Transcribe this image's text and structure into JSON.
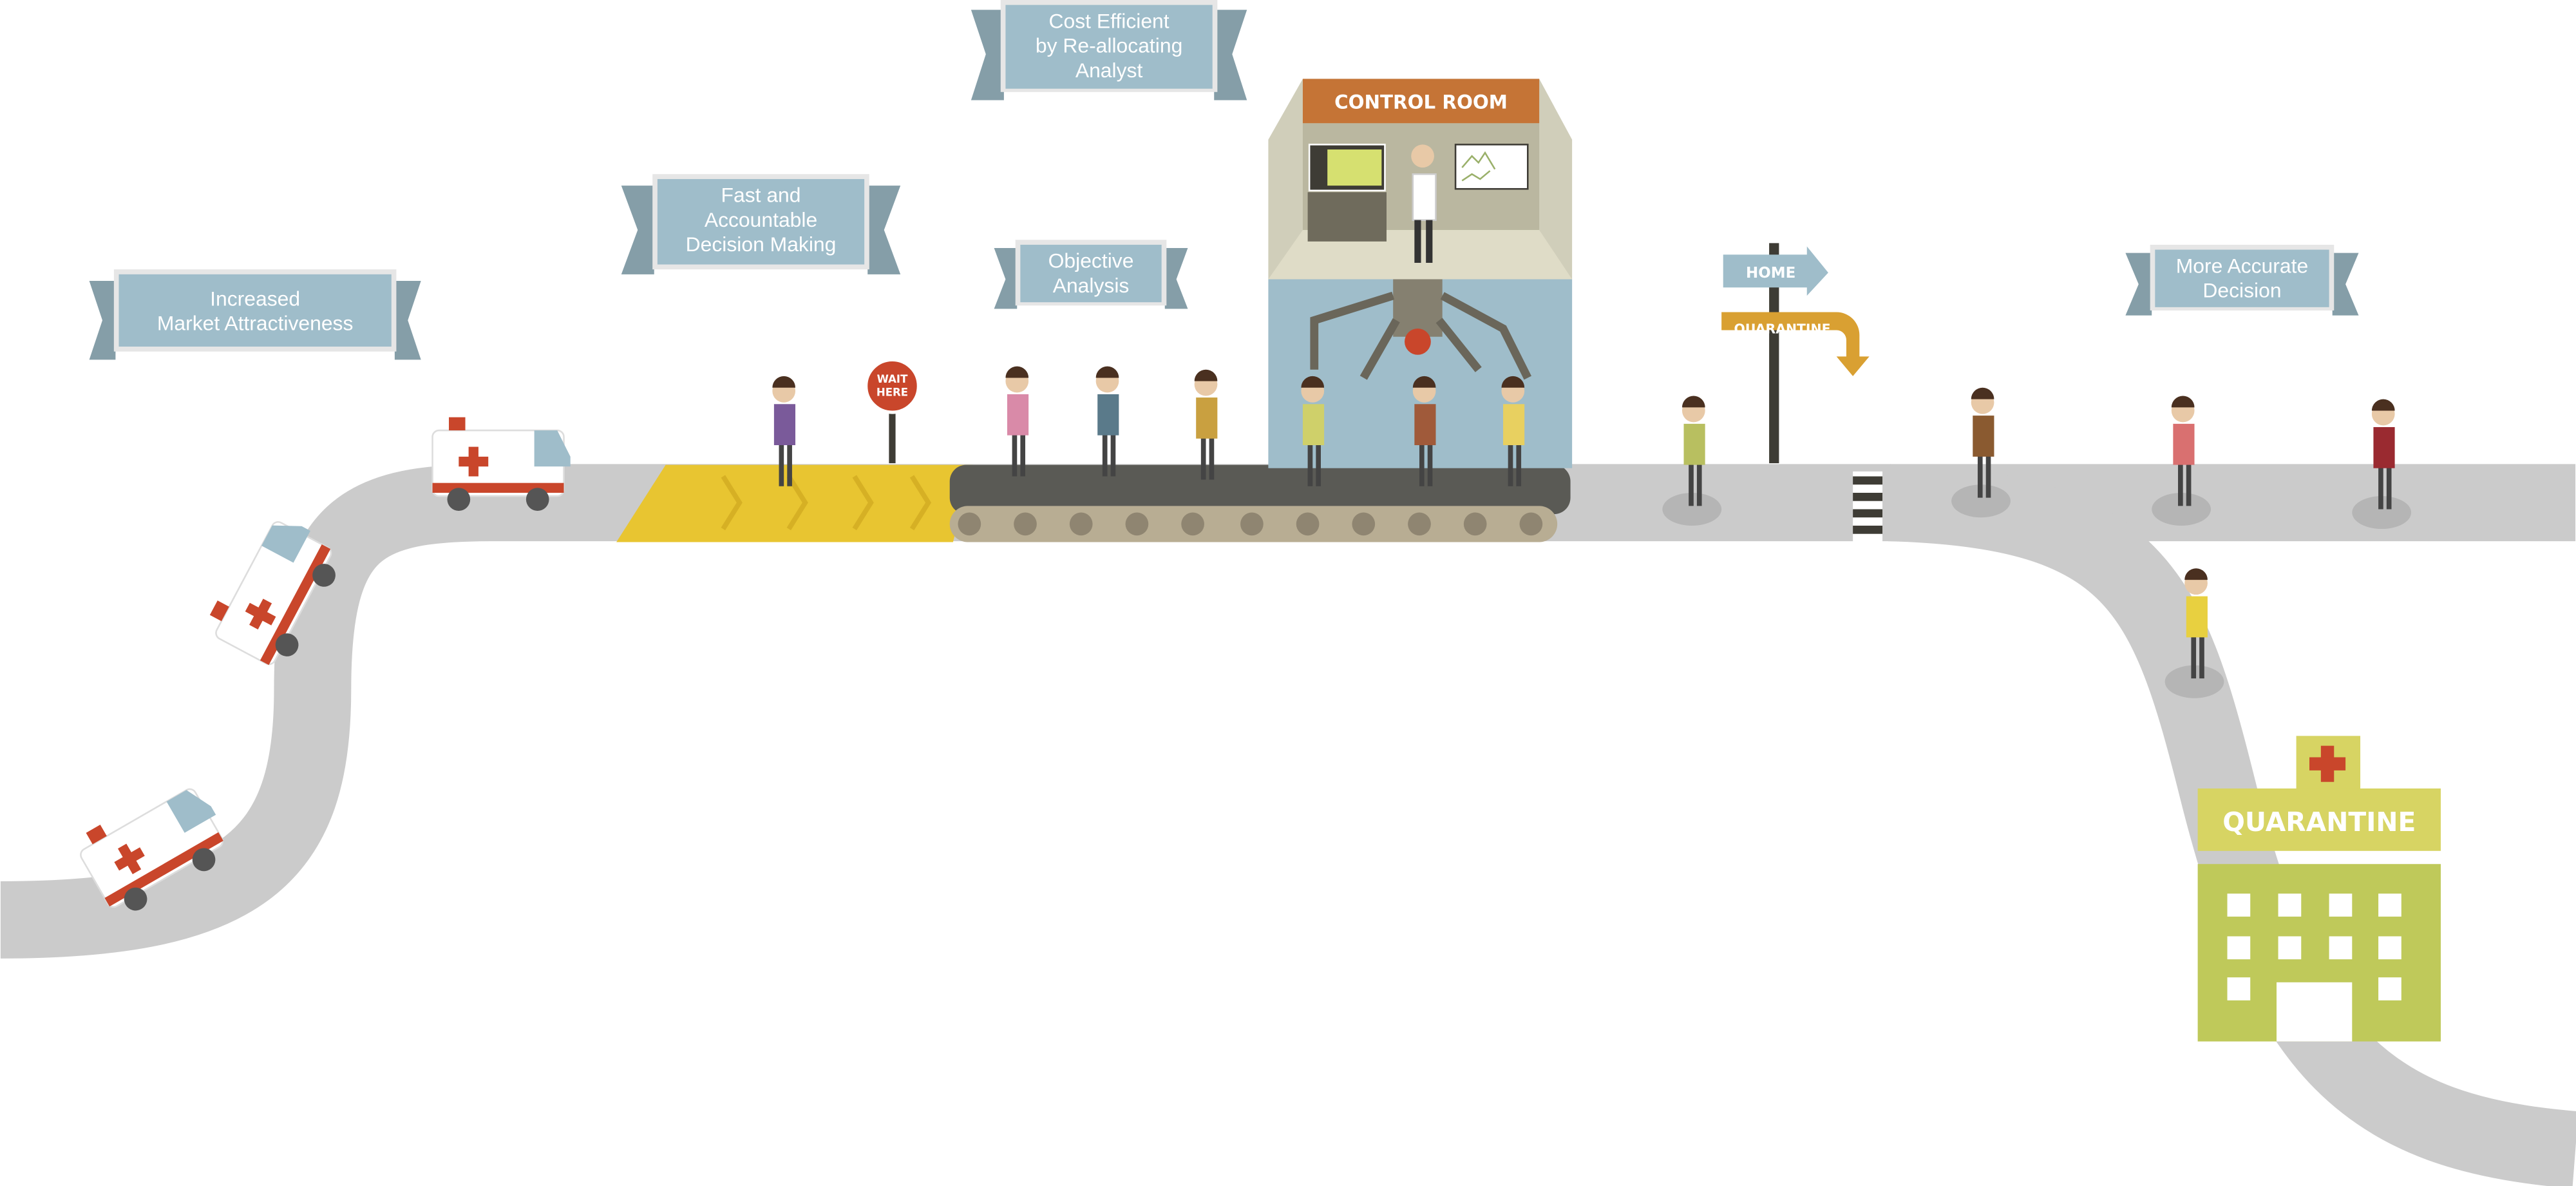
{
  "banners": {
    "market": [
      "Increased",
      "Market Attractiveness"
    ],
    "fast": [
      "Fast and",
      "Accountable",
      "Decision Making"
    ],
    "cost": [
      "Cost Efficient",
      "by Re-allocating",
      "Analyst"
    ],
    "objective": [
      "Objective",
      "Analysis"
    ],
    "accurate": [
      "More Accurate",
      "Decision"
    ]
  },
  "signs": {
    "wait": [
      "WAIT",
      "HERE"
    ],
    "control_room": "CONTROL ROOM",
    "home": "HOME",
    "quarantine_arrow": "QUARANTINE",
    "quarantine_building": "QUARANTINE"
  },
  "colors": {
    "road": "#cbcbcb",
    "banner": "#9fbdca",
    "banner_tail": "#859ea8",
    "control_header": "#c57436",
    "quarantine_green": "#bfc95a",
    "pad_yellow": "#e8c531",
    "arrow_orange": "#d9a032"
  }
}
